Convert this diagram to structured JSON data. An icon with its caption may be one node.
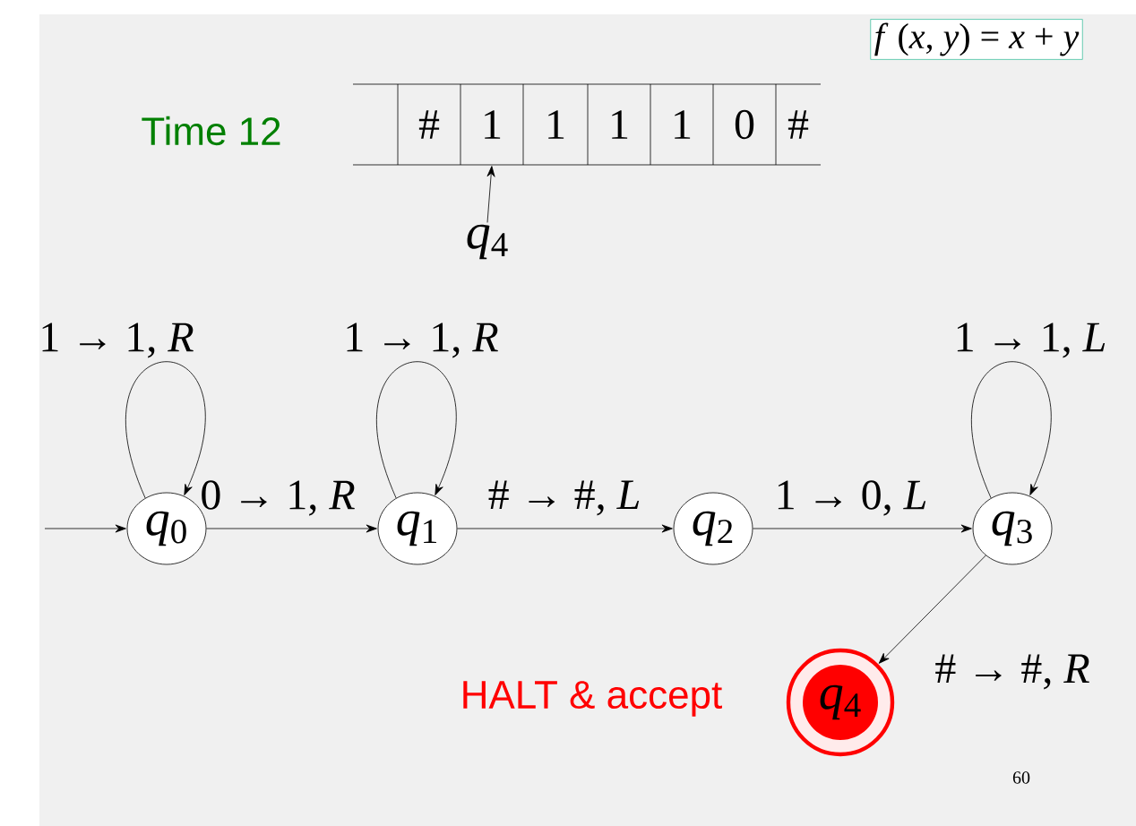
{
  "diagram": {
    "nodes": [
      {
        "text": [],
        "shape": "box"
      },
      {
        "text": [
          "#"
        ]
      },
      {
        "text": [
          "1"
        ]
      },
      {
        "text": [
          "1"
        ]
      },
      {
        "text": [
          "1"
        ]
      },
      {
        "text": [
          "1"
        ]
      },
      {
        "text": [
          "0"
        ]
      },
      {
        "text": [
          "#"
        ]
      },
      {
        "text": [
          "*q*$_{4}$"
        ]
      },
      {
        "text": [
          "*q*$_{0}$"
        ]
      },
      {
        "text": [
          "*q*$_{1}$"
        ]
      },
      {
        "text": [
          "*q*$_{2}$"
        ]
      },
      {
        "text": [
          "*q*$_{3}$"
        ]
      },
      {
        "text": [
          "*q*$_{4}$"
        ]
      }
    ],
    "edges": [
      {
        "from": null,
        "to": 9,
        "arrow": "to"
      },
      {
        "from": 9,
        "to": 9,
        "arrow": "to",
        "label": "1 → 1, *R*"
      },
      {
        "from": 9,
        "to": 10,
        "arrow": "to",
        "label": "0 → 1, *R*"
      },
      {
        "from": 10,
        "to": 10,
        "arrow": "to",
        "label": "1 → 1, *R*"
      },
      {
        "from": 10,
        "to": 11,
        "arrow": "to",
        "label": "# → #, *L*"
      },
      {
        "from": 11,
        "to": 12,
        "arrow": "to",
        "label": "1 → 0, *L*"
      },
      {
        "from": 12,
        "to": 12,
        "arrow": "to",
        "label": "1 → 1, *L*"
      },
      {
        "from": 12,
        "to": 13,
        "arrow": "to",
        "label": "# → #, *R*"
      },
      {
        "from": 8,
        "to": 2,
        "arrow": "to"
      }
    ],
    "labels": [
      "*f* (*x*, *y*) = *x* + *y*",
      "Time 12",
      "HALT & accept",
      "60"
    ]
  }
}
